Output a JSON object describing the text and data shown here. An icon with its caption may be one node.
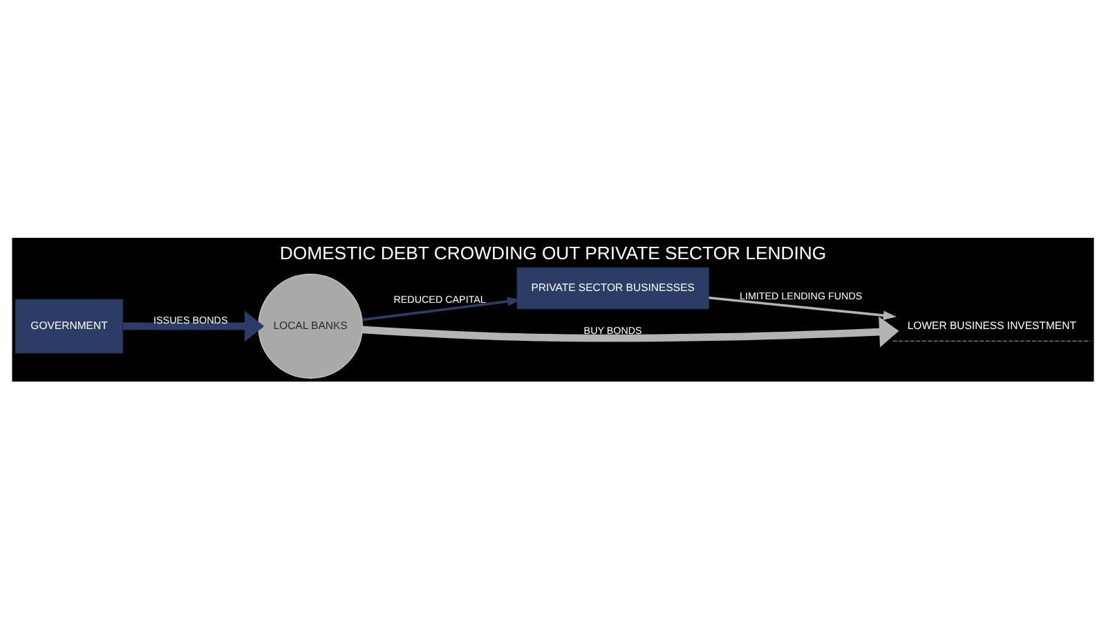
{
  "diagram": {
    "title": "DOMESTIC DEBT CROWDING OUT PRIVATE SECTOR LENDING",
    "nodes": [
      {
        "text": [
          "GOVERNMENT"
        ]
      },
      {
        "text": [
          "LOCAL BANKS"
        ]
      },
      {
        "text": [
          "PRIVATE SECTOR BUSINESSES"
        ]
      },
      {
        "text": [
          "LOWER BUSINESS INVESTMENT"
        ]
      }
    ],
    "edges": [
      {
        "from": 0,
        "to": 1,
        "arrow": "to",
        "label": "ISSUES BONDS",
        "style": "thick"
      },
      {
        "from": 1,
        "to": 2,
        "arrow": "to",
        "label": "REDUCED CAPITAL"
      },
      {
        "from": 1,
        "to": 3,
        "arrow": "to",
        "label": "BUY BONDS",
        "style": "thick",
        "color": "#b3b3b3"
      },
      {
        "from": 2,
        "to": 3,
        "arrow": "to",
        "label": "LIMITED LENDING FUNDS",
        "color": "#b3b3b3"
      }
    ]
  }
}
